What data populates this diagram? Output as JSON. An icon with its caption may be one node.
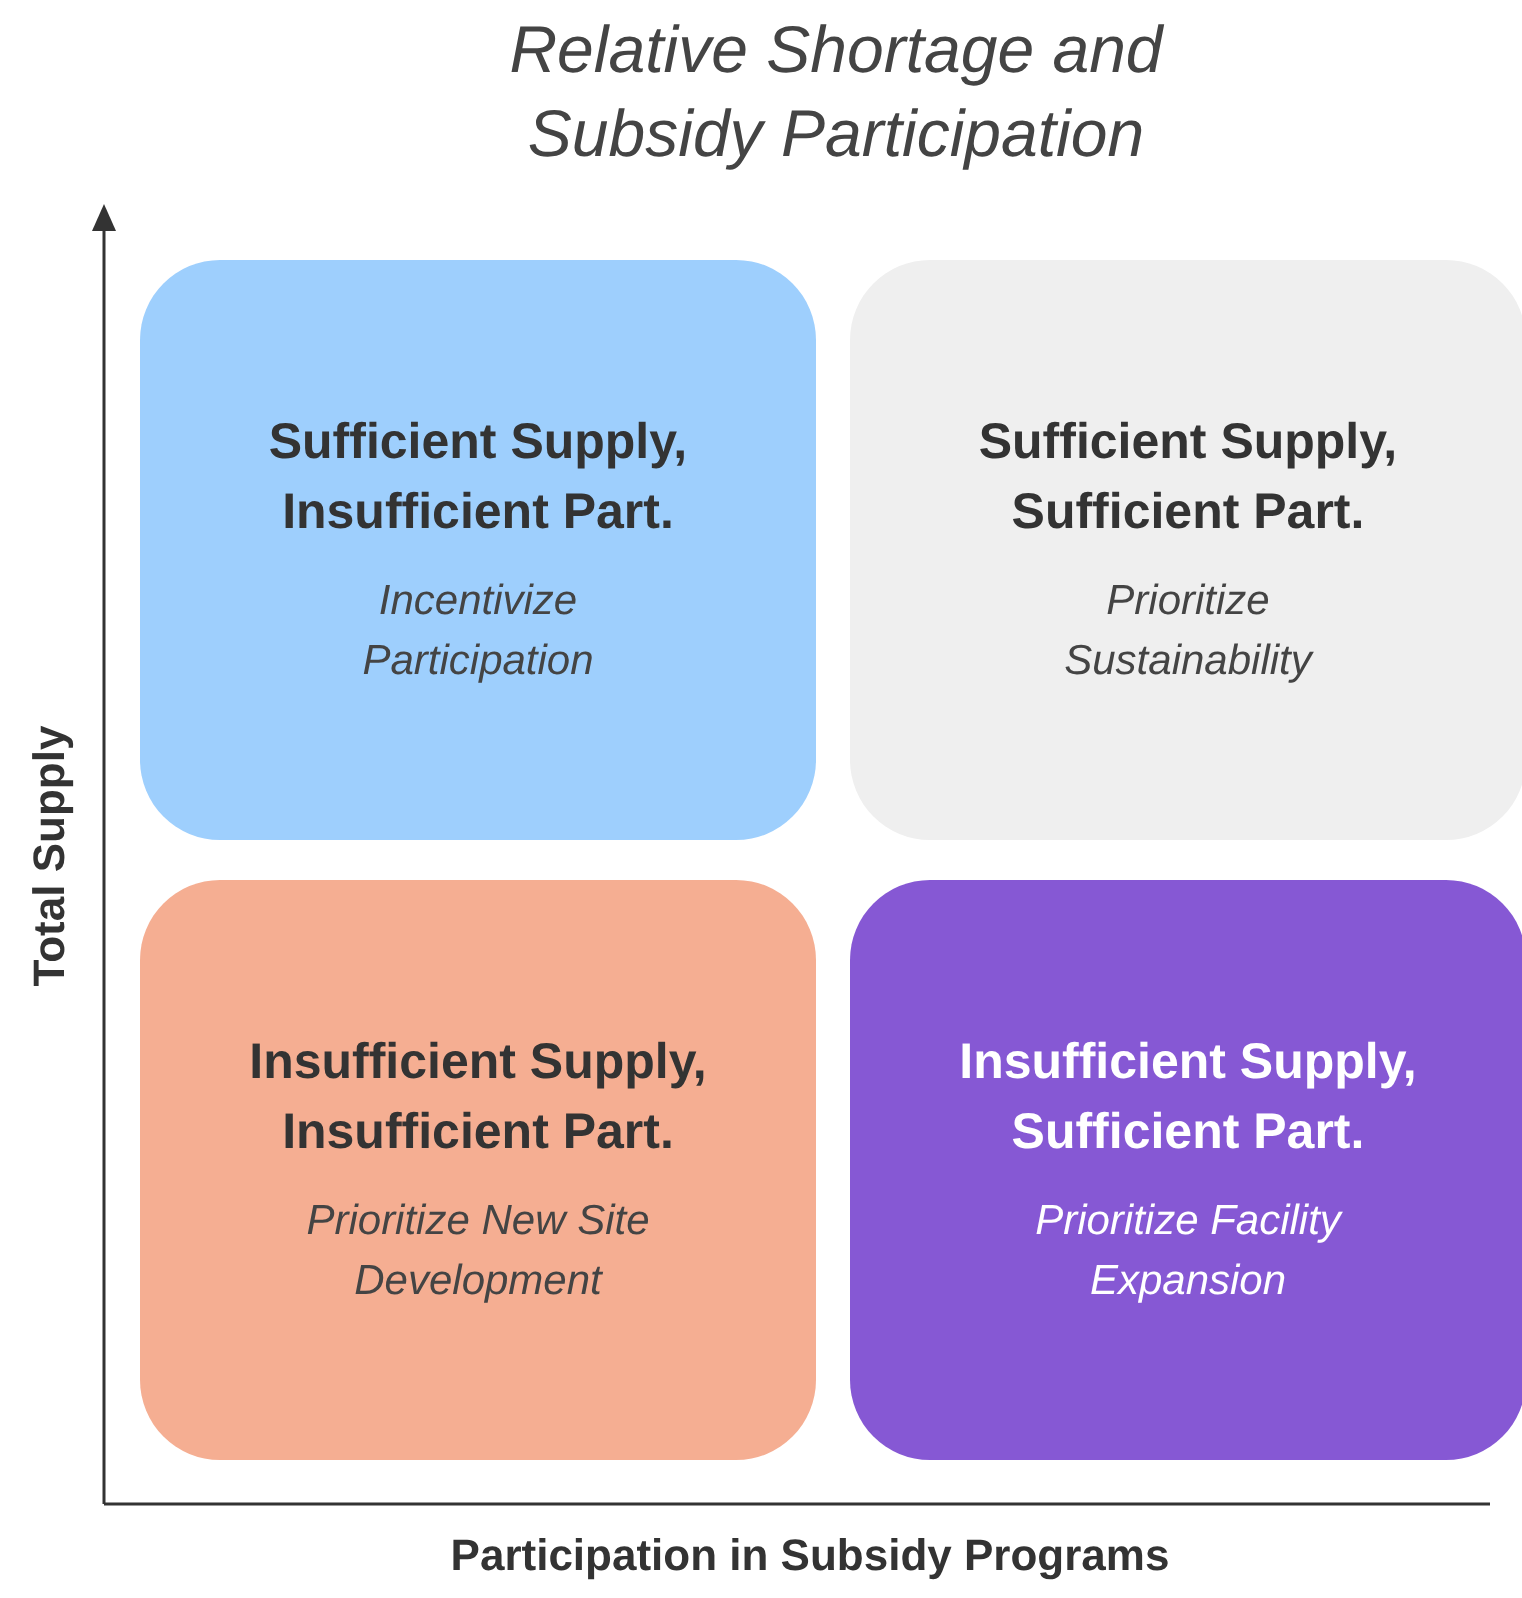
{
  "diagram": {
    "title": "Relative Shortage and Subsidy Participation",
    "nodes": [
      {
        "text": [
          "Sufficient Supply, Insufficient Part.",
          "Incentivize Participation"
        ]
      },
      {
        "text": [
          "Sufficient Supply, Sufficient Part.",
          "Prioritize Sustainability"
        ]
      },
      {
        "text": [
          "Insufficient Supply, Insufficient Part.",
          "Prioritize New Site Development"
        ]
      },
      {
        "text": [
          "Insufficient Supply, Sufficient Part.",
          "Prioritize Facility Expansion"
        ]
      }
    ],
    "labels": [
      "Total Supply",
      "Participation in Subsidy Programs"
    ]
  }
}
